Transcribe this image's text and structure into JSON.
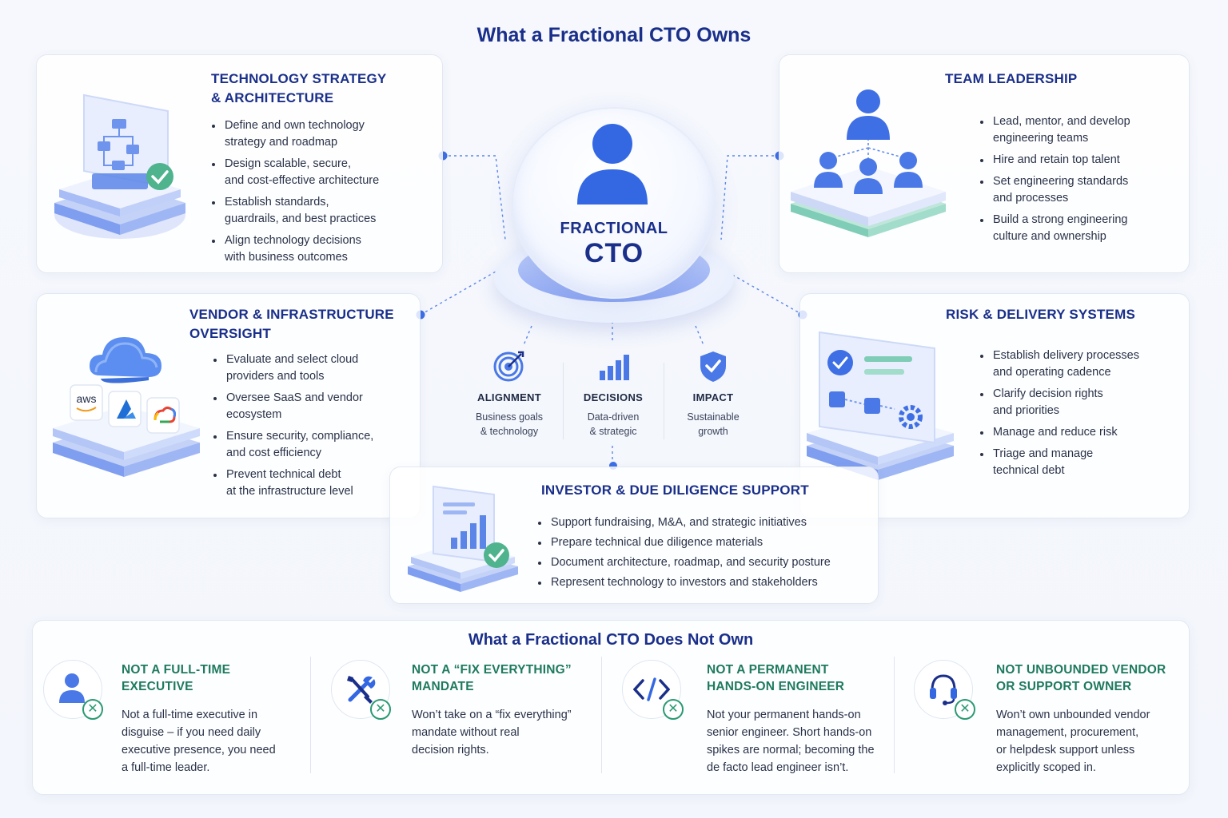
{
  "title": "What a Fractional CTO Owns",
  "center": {
    "line1": "FRACTIONAL",
    "line2": "CTO"
  },
  "pillars": [
    {
      "name": "ALIGNMENT",
      "desc1": "Business goals",
      "desc2": "& technology",
      "icon": "target-icon"
    },
    {
      "name": "DECISIONS",
      "desc1": "Data-driven",
      "desc2": "& strategic",
      "icon": "bar-chart-icon"
    },
    {
      "name": "IMPACT",
      "desc1": "Sustainable",
      "desc2": "growth",
      "icon": "shield-check-icon"
    }
  ],
  "cards": {
    "strategy": {
      "title1": "TECHNOLOGY STRATEGY",
      "title2": "& ARCHITECTURE",
      "items": [
        [
          "Define and own technology",
          "strategy and roadmap"
        ],
        [
          "Design scalable, secure,",
          "and cost-effective architecture"
        ],
        [
          "Establish standards,",
          "guardrails, and best practices"
        ],
        [
          "Align technology decisions",
          "with business outcomes"
        ]
      ]
    },
    "team": {
      "title1": "TEAM LEADERSHIP",
      "items": [
        [
          "Lead, mentor, and develop",
          "engineering teams"
        ],
        [
          "Hire and retain top talent",
          ""
        ],
        [
          "Set engineering standards",
          "and processes"
        ],
        [
          "Build a strong engineering",
          "culture and ownership"
        ]
      ]
    },
    "vendor": {
      "title1": "VENDOR & INFRASTRUCTURE",
      "title2": "OVERSIGHT",
      "items": [
        [
          "Evaluate and select cloud",
          "providers and tools"
        ],
        [
          "Oversee SaaS and vendor",
          "ecosystem"
        ],
        [
          "Ensure security, compliance,",
          "and cost efficiency"
        ],
        [
          "Prevent technical debt",
          "at the infrastructure level"
        ]
      ],
      "logo_aws": "aws"
    },
    "risk": {
      "title1": "RISK & DELIVERY SYSTEMS",
      "items": [
        [
          "Establish delivery processes",
          "and operating cadence"
        ],
        [
          "Clarify decision rights",
          "and priorities"
        ],
        [
          "Manage and reduce risk",
          ""
        ],
        [
          "Triage and manage",
          "technical debt"
        ]
      ]
    },
    "investor": {
      "title1": "INVESTOR & DUE DILIGENCE SUPPORT",
      "items": [
        "Support fundraising, M&A, and strategic initiatives",
        "Prepare technical due diligence materials",
        "Document architecture, roadmap, and security posture",
        "Represent technology to investors and stakeholders"
      ]
    }
  },
  "not_owns": {
    "title": "What a Fractional CTO Does Not Own",
    "items": [
      {
        "title": [
          "NOT A FULL-TIME EXECUTIVE"
        ],
        "desc": [
          "Not a full-time executive in",
          "disguise – if you need daily",
          "executive presence, you need",
          "a full-time leader."
        ],
        "icon": "person-icon"
      },
      {
        "title": [
          "NOT A “FIX EVERYTHING”",
          "MANDATE"
        ],
        "desc": [
          "Won’t take on a “fix everything”",
          "mandate without real",
          "decision rights."
        ],
        "icon": "tools-icon"
      },
      {
        "title": [
          "NOT A PERMANENT",
          "HANDS-ON ENGINEER"
        ],
        "desc": [
          "Not your permanent hands-on",
          "senior engineer. Short hands-on",
          "spikes are normal; becoming the",
          "de facto lead engineer isn’t."
        ],
        "icon": "code-icon"
      },
      {
        "title": [
          "NOT UNBOUNDED VENDOR",
          "OR SUPPORT OWNER"
        ],
        "desc": [
          "Won’t own unbounded vendor",
          "management, procurement,",
          "or helpdesk support unless",
          "explicitly scoped in."
        ],
        "icon": "headset-icon"
      }
    ],
    "x_glyph": "✕"
  },
  "colors": {
    "navy": "#1a2f8a",
    "blue": "#3a66e0",
    "green": "#2a9a72"
  }
}
